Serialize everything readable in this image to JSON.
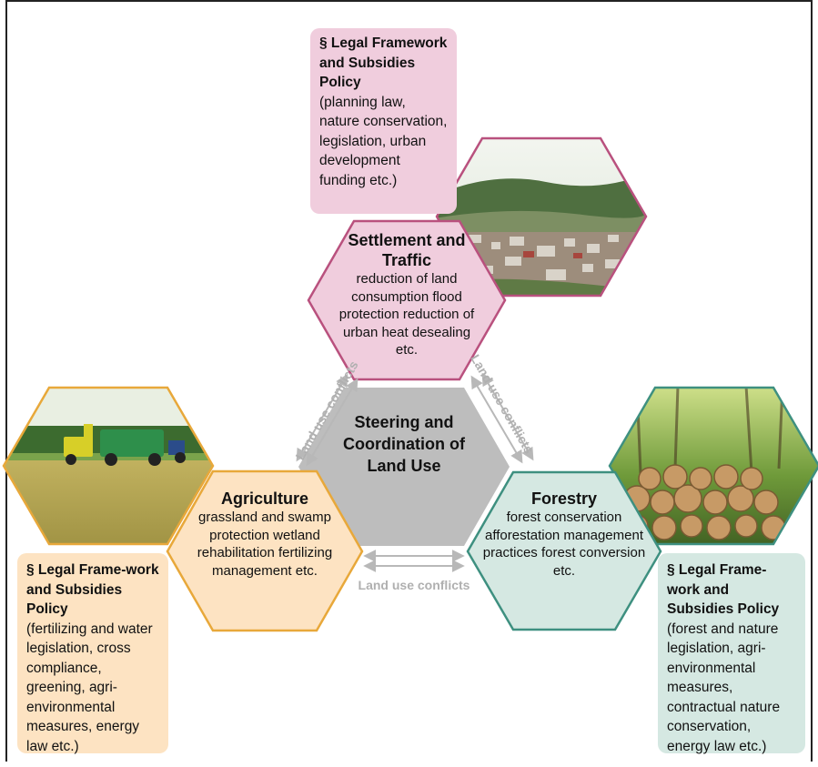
{
  "legal_top": {
    "title": "§ Legal Framework and Subsidies Policy",
    "body": "(planning law, nature conservation, legislation, urban development funding etc.)"
  },
  "legal_left": {
    "title": "§ Legal Frame-work and Subsidies Policy",
    "body": "(fertilizing and water legislation, cross compliance, greening, agri-environmental measures, energy law etc.)"
  },
  "legal_right": {
    "title": "§ Legal Frame-work and Subsidies Policy",
    "body": "(forest and nature legislation, agri-environmental measures, contractual nature conservation, energy law  etc.)"
  },
  "center": {
    "title": "Steering and Coordination of Land Use"
  },
  "settlement": {
    "title": "Settlement and Traffic",
    "body": "reduction of land consumption flood protection reduction of urban heat desealing etc."
  },
  "agriculture": {
    "title": "Agriculture",
    "body": "grassland and swamp protection wetland rehabilitation fertilizing management etc."
  },
  "forestry": {
    "title": "Forestry",
    "body": "forest conservation afforestation management practices forest conversion etc."
  },
  "conflicts": {
    "left": "Land use conflicts",
    "right": "Land use conflicts",
    "bottom": "Land use conflicts"
  },
  "colors": {
    "settlement": "#b9517e",
    "settlement_fill": "#f0cddd",
    "agriculture": "#e8a83a",
    "agriculture_fill": "#fde3c2",
    "forestry": "#3e9080",
    "forestry_fill": "#d5e8e2",
    "center": "#bdbdbd",
    "arrow": "#b8b8b8"
  },
  "photos": {
    "settlement": "town-valley-photo",
    "agriculture": "harvest-field-photo",
    "forestry": "timber-logs-photo"
  }
}
